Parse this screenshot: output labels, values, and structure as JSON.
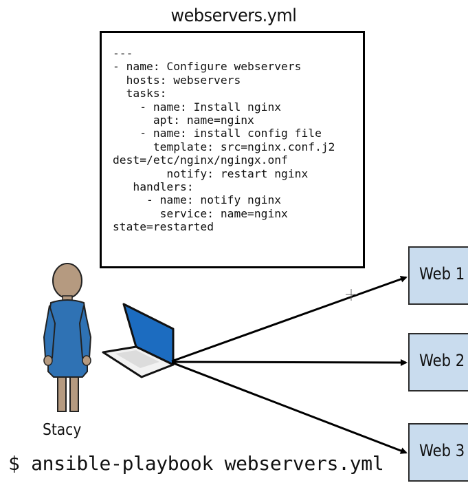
{
  "playbook": {
    "filename": "webservers.yml",
    "code_lines": [
      "---",
      "- name: Configure webservers",
      "  hosts: webservers",
      "  tasks:",
      "    - name: Install nginx",
      "      apt: name=nginx",
      "    - name: install config file",
      "      template: src=nginx.conf.j2",
      "dest=/etc/nginx/ngingx.onf",
      "        notify: restart nginx",
      "   handlers:",
      "     - name: notify nginx",
      "       service: name=nginx",
      "state=restarted"
    ]
  },
  "person": {
    "name": "Stacy"
  },
  "servers": [
    {
      "label": "Web 1"
    },
    {
      "label": "Web 2"
    },
    {
      "label": "Web 3"
    }
  ],
  "command": "$ ansible-playbook webservers.yml",
  "colors": {
    "server_fill": "#c9dcee",
    "person_skin": "#b59a80",
    "person_dress": "#2f72b4",
    "laptop_screen": "#1c6cc0"
  }
}
